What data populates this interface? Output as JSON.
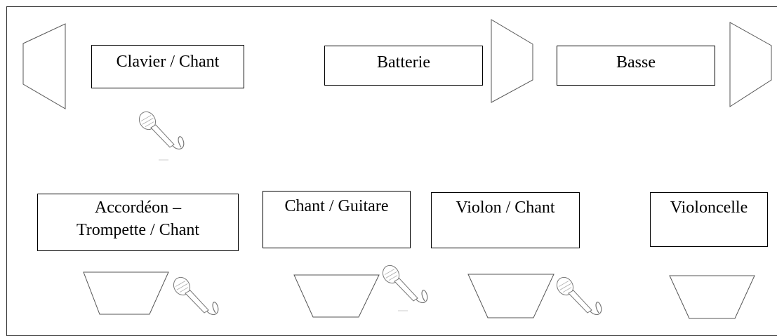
{
  "stage": {
    "rows": [
      {
        "positions": [
          {
            "label": "Clavier / Chant"
          },
          {
            "label": "Batterie"
          },
          {
            "label": "Basse"
          }
        ]
      },
      {
        "positions": [
          {
            "label": "Accordéon –\nTrompette / Chant"
          },
          {
            "label": "Chant / Guitare"
          },
          {
            "label": "Violon / Chant"
          },
          {
            "label": "Violoncelle"
          }
        ]
      }
    ],
    "icons": {
      "monitor": "stage-monitor-icon",
      "side_fill": "side-fill-speaker-icon",
      "microphone": "microphone-icon"
    },
    "colors": {
      "line": "#000000",
      "speaker_line": "#555555",
      "mic_line": "#7a7a7a"
    }
  }
}
